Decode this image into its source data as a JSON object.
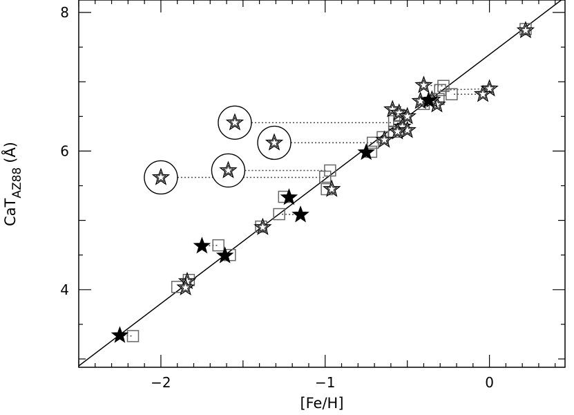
{
  "chart_data": {
    "type": "scatter",
    "title": "",
    "xlabel": "[Fe/H]",
    "ylabel": {
      "main": "CaT",
      "subscript": "AZ88",
      "unit": "(Å)"
    },
    "xlim": [
      -2.5,
      0.46
    ],
    "ylim": [
      2.88,
      8.18
    ],
    "x_ticks": [
      -2,
      -1,
      0
    ],
    "x_tick_labels": [
      "−2",
      "−1",
      "0"
    ],
    "y_ticks": [
      4,
      6,
      8
    ],
    "y_tick_labels": [
      "4",
      "6",
      "8"
    ],
    "fit_line": {
      "x": [
        -2.5,
        0.46
      ],
      "y": [
        2.9,
        8.22
      ]
    },
    "open_stars": [
      {
        "x": 0.22,
        "y": 7.74
      },
      {
        "x": 0.0,
        "y": 6.9
      },
      {
        "x": -0.04,
        "y": 6.82
      },
      {
        "x": -0.4,
        "y": 6.95
      },
      {
        "x": -0.32,
        "y": 6.67
      },
      {
        "x": -0.35,
        "y": 6.74
      },
      {
        "x": -0.42,
        "y": 6.72
      },
      {
        "x": -0.59,
        "y": 6.6
      },
      {
        "x": -0.55,
        "y": 6.55
      },
      {
        "x": -0.5,
        "y": 6.5
      },
      {
        "x": -0.53,
        "y": 6.35
      },
      {
        "x": -0.5,
        "y": 6.3
      },
      {
        "x": -0.56,
        "y": 6.28
      },
      {
        "x": -0.64,
        "y": 6.16
      },
      {
        "x": -0.96,
        "y": 5.45
      },
      {
        "x": -1.38,
        "y": 4.9
      },
      {
        "x": -1.84,
        "y": 4.12
      },
      {
        "x": -1.85,
        "y": 4.03
      }
    ],
    "filled_stars": [
      {
        "x": -0.37,
        "y": 6.73
      },
      {
        "x": -0.75,
        "y": 5.98
      },
      {
        "x": -1.22,
        "y": 5.33
      },
      {
        "x": -1.15,
        "y": 5.08
      },
      {
        "x": -1.75,
        "y": 4.63
      },
      {
        "x": -1.61,
        "y": 4.49
      },
      {
        "x": -2.25,
        "y": 3.34
      }
    ],
    "squares": [
      {
        "x": 0.22,
        "y": 7.76
      },
      {
        "x": -0.28,
        "y": 6.94
      },
      {
        "x": -0.3,
        "y": 6.88
      },
      {
        "x": -0.23,
        "y": 6.82
      },
      {
        "x": -0.31,
        "y": 6.75
      },
      {
        "x": -0.4,
        "y": 6.68
      },
      {
        "x": -0.55,
        "y": 6.52
      },
      {
        "x": -0.58,
        "y": 6.43
      },
      {
        "x": -0.55,
        "y": 6.35
      },
      {
        "x": -0.58,
        "y": 6.28
      },
      {
        "x": -0.65,
        "y": 6.2
      },
      {
        "x": -0.71,
        "y": 6.12
      },
      {
        "x": -0.72,
        "y": 5.99
      },
      {
        "x": -0.97,
        "y": 5.72
      },
      {
        "x": -1.0,
        "y": 5.63
      },
      {
        "x": -0.99,
        "y": 5.45
      },
      {
        "x": -1.25,
        "y": 5.34
      },
      {
        "x": -1.28,
        "y": 5.09
      },
      {
        "x": -1.39,
        "y": 4.91
      },
      {
        "x": -1.65,
        "y": 4.64
      },
      {
        "x": -1.58,
        "y": 4.5
      },
      {
        "x": -1.83,
        "y": 4.14
      },
      {
        "x": -1.9,
        "y": 4.04
      },
      {
        "x": -2.17,
        "y": 3.33
      }
    ],
    "circled_stars": [
      {
        "x": -1.55,
        "y": 6.41,
        "line_to_x": -0.58
      },
      {
        "x": -1.31,
        "y": 6.12,
        "line_to_x": -0.7
      },
      {
        "x": -1.59,
        "y": 5.72,
        "line_to_x": -0.99
      },
      {
        "x": -2.0,
        "y": 5.62,
        "line_to_x": -0.99
      }
    ],
    "dotted_links": [
      {
        "x1": 0.22,
        "y1": 7.74,
        "x2": 0.22,
        "y2": 7.76
      },
      {
        "x1": 0.0,
        "y1": 6.9,
        "x2": -0.3,
        "y2": 6.88
      },
      {
        "x1": -0.04,
        "y1": 6.82,
        "x2": -0.23,
        "y2": 6.82
      },
      {
        "x1": -0.4,
        "y1": 6.95,
        "x2": -0.28,
        "y2": 6.94
      },
      {
        "x1": -0.37,
        "y1": 6.73,
        "x2": -0.31,
        "y2": 6.75
      },
      {
        "x1": -0.96,
        "y1": 5.45,
        "x2": -0.99,
        "y2": 5.45
      },
      {
        "x1": -1.22,
        "y1": 5.33,
        "x2": -1.25,
        "y2": 5.34
      },
      {
        "x1": -1.15,
        "y1": 5.08,
        "x2": -1.28,
        "y2": 5.09
      },
      {
        "x1": -1.75,
        "y1": 4.63,
        "x2": -1.65,
        "y2": 4.64
      },
      {
        "x1": -1.61,
        "y1": 4.49,
        "x2": -1.58,
        "y2": 4.5
      },
      {
        "x1": -2.25,
        "y1": 3.34,
        "x2": -2.17,
        "y2": 3.33
      }
    ],
    "grid": false,
    "colors": {
      "axis": "#000000",
      "square": "#666666",
      "dotted": "#444444"
    }
  }
}
